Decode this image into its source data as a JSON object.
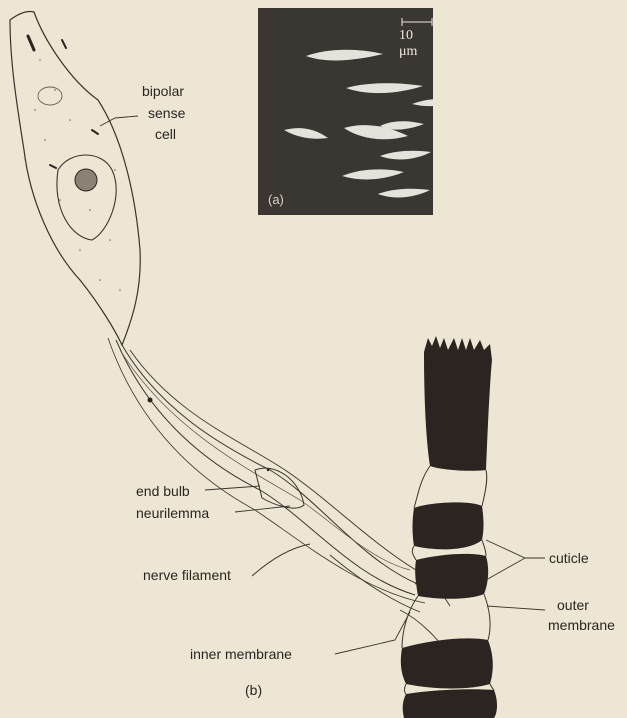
{
  "micrograph": {
    "panel_label": "(a)",
    "scale_bar_label": "10 μm"
  },
  "labels": {
    "bipolar_sense_cell": [
      "bipolar",
      "sense",
      "cell"
    ],
    "end_bulb": "end bulb",
    "neurilemma": "neurilemma",
    "nerve_filament": "nerve filament",
    "inner_membrane": "inner membrane",
    "cuticle": "cuticle",
    "outer_membrane": [
      "outer",
      "membrane"
    ],
    "panel_b": "(b)"
  },
  "colors": {
    "background": "#ede6d4",
    "ink": "#2a2520",
    "cuticle": "#2b2421",
    "micrograph_bg": "#3a3733"
  }
}
